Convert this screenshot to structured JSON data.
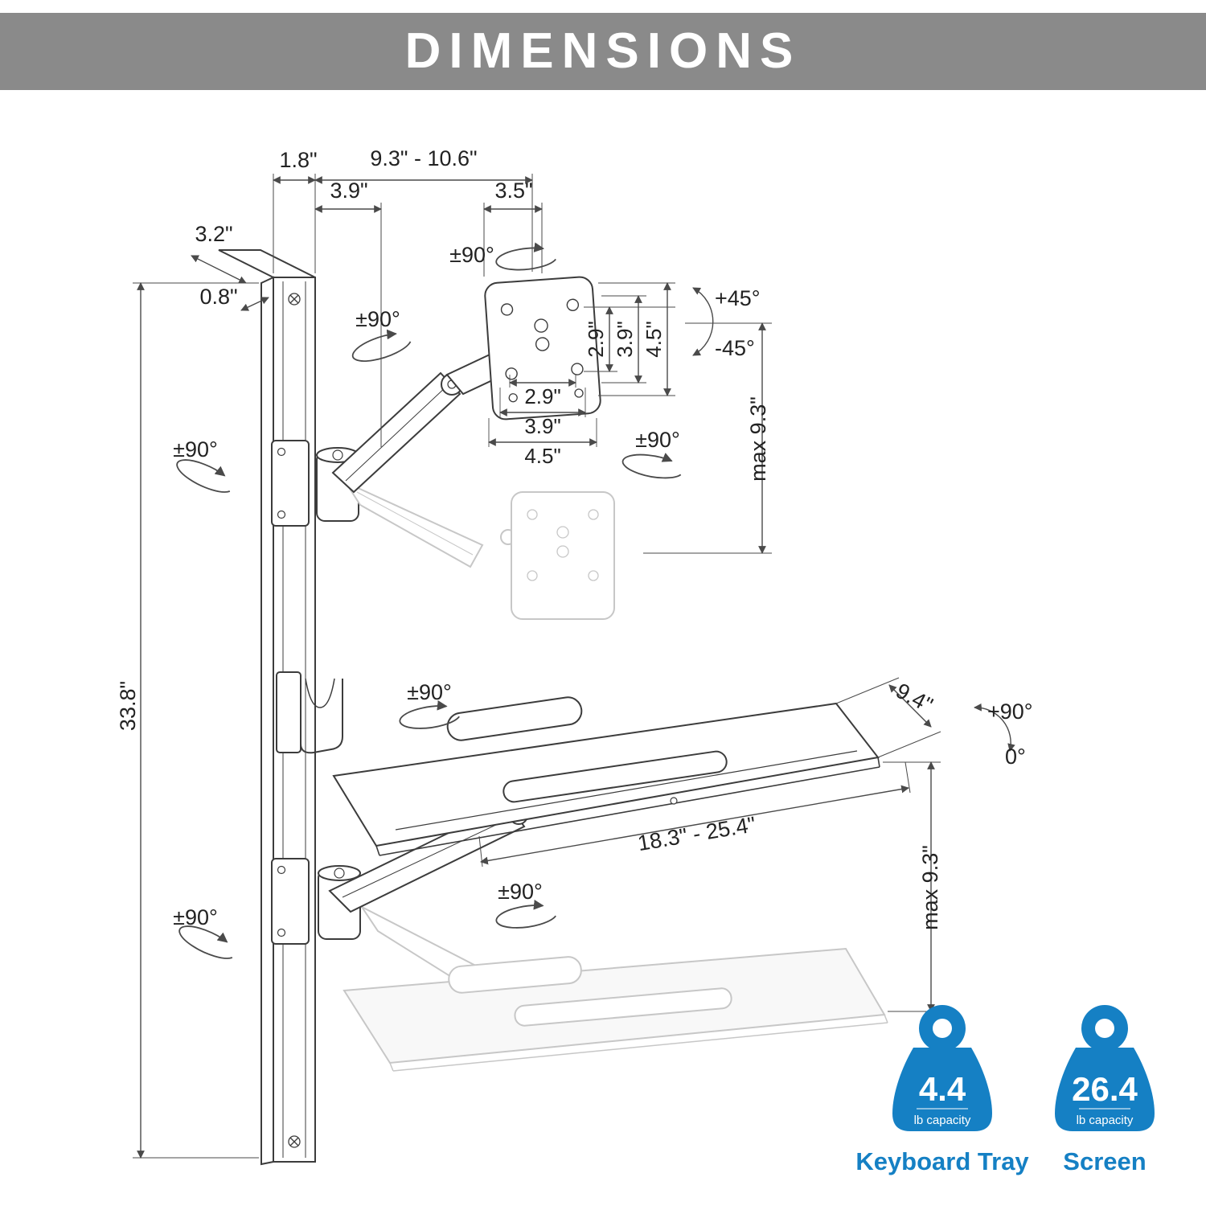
{
  "header": {
    "title": "DIMENSIONS"
  },
  "colors": {
    "accent_blue": "#1580c4",
    "header_gray": "#8a8a8a"
  },
  "rail": {
    "width": "1.8\"",
    "depth": "3.2\"",
    "plate_thickness": "0.8\"",
    "height": "33.8\"",
    "rotate_upper": "±90°",
    "rotate_lower": "±90°"
  },
  "monitor_arm": {
    "reach_range": "9.3\" - 10.6\"",
    "mount_offset": "3.9\"",
    "head_offset": "3.5\"",
    "rotate_head": "±90°",
    "rotate_arm": "±90°",
    "rotate_plate": "±90°",
    "tilt_up": "+45°",
    "tilt_down": "-45°",
    "vesa_vertical": [
      "2.9\"",
      "3.9\"",
      "4.5\""
    ],
    "vesa_horizontal": [
      "2.9\"",
      "3.9\"",
      "4.5\""
    ],
    "lift_range": "max 9.3\""
  },
  "keyboard_tray": {
    "rotate_arm": "±90°",
    "rotate_arm_ghost": "±90°",
    "depth": "9.4\"",
    "tilt_up": "+90°",
    "tilt_down": "0°",
    "width_range": "18.3\" - 25.4\"",
    "lift_range": "max 9.3\""
  },
  "capacity_badges": [
    {
      "value": "4.4",
      "unit": "lb capacity",
      "label": "Keyboard Tray"
    },
    {
      "value": "26.4",
      "unit": "lb capacity",
      "label": "Screen"
    }
  ]
}
